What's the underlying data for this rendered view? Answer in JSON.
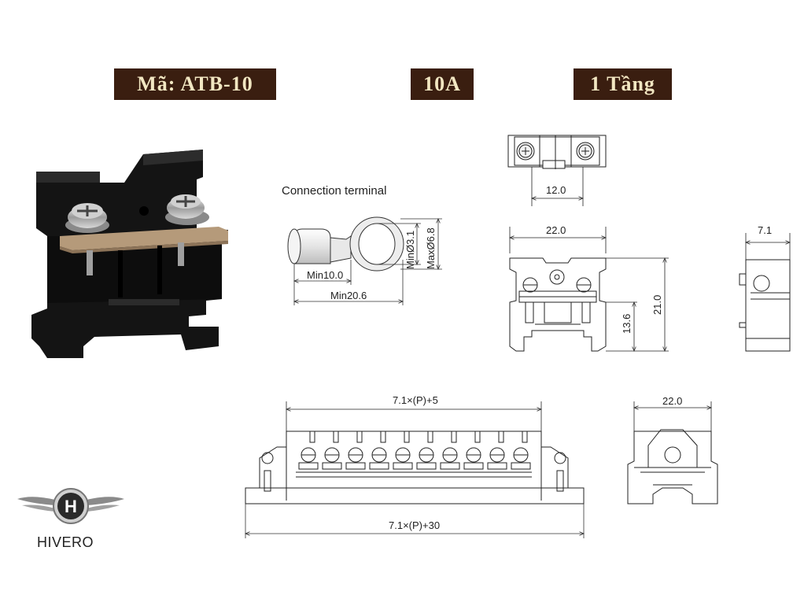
{
  "badges": {
    "code": "Mã: ATB-10",
    "current": "10A",
    "tier": "1 Tầng"
  },
  "connection": {
    "title": "Connection terminal",
    "inner_dia": "MinØ3.1",
    "outer_dia": "MaxØ6.8",
    "min_barrel": "Min10.0",
    "min_total": "Min20.6"
  },
  "dims": {
    "top_pitch": "12.0",
    "front_width": "22.0",
    "side_width": "7.1",
    "rail_height": "13.6",
    "total_height": "21.0",
    "strip_inner": "7.1×(P)+5",
    "strip_total": "7.1×(P)+30",
    "end_width": "22.0"
  },
  "logo": {
    "letter": "H",
    "name": "HIVERO"
  },
  "colors": {
    "badge_bg": "#3a1e10",
    "badge_text": "#f2e7c2",
    "plastic": "#111111",
    "brass": "#b59a7a"
  }
}
